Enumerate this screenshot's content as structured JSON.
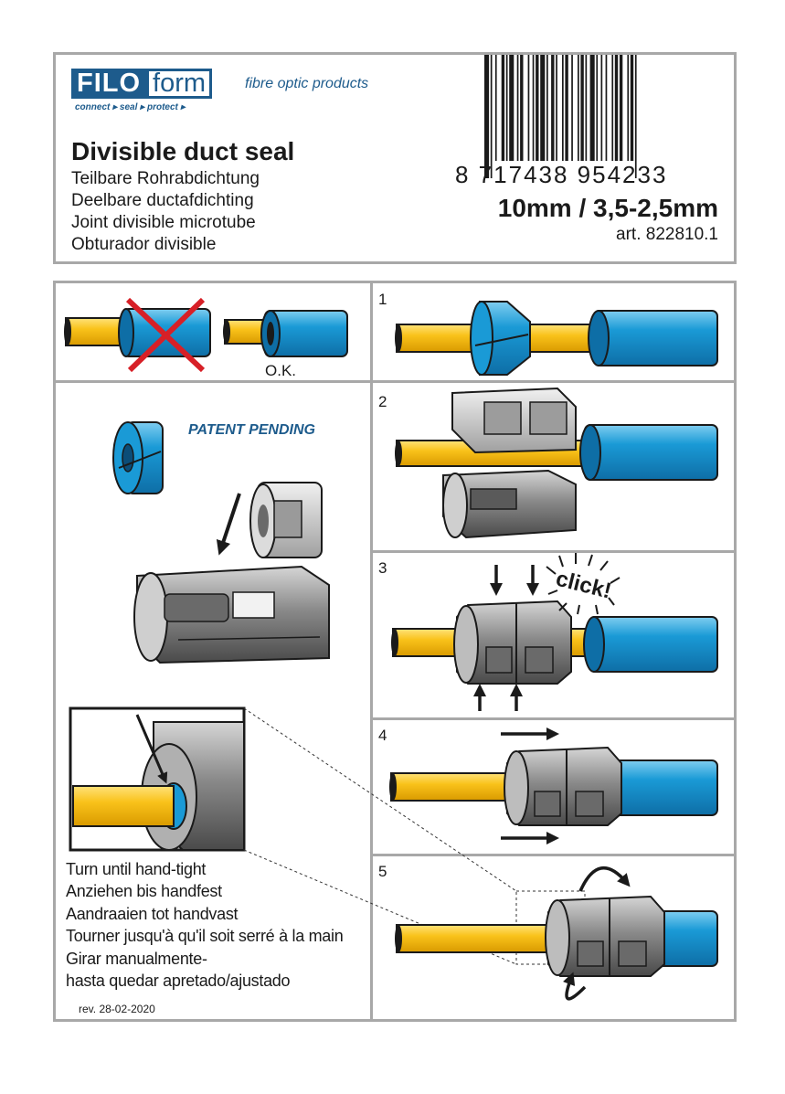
{
  "header": {
    "logo_part1": "FILO",
    "logo_part2": "form",
    "tagline": "fibre optic products",
    "slogan": "connect ▸ seal ▸ protect ▸",
    "title": "Divisible duct seal",
    "translations": [
      "Teilbare Rohrabdichtung",
      "Deelbare ductafdichting",
      "Joint divisible microtube",
      "Obturador divisible"
    ],
    "barcode_number": "8 717438 954233",
    "size": "10mm / 3,5-2,5mm",
    "article": "art. 822810.1"
  },
  "panels": {
    "ok_label": "O.K.",
    "patent": "PATENT PENDING",
    "click": "click!",
    "steps": [
      "1",
      "2",
      "3",
      "4",
      "5"
    ]
  },
  "instructions": [
    "Turn until hand-tight",
    "Anziehen bis handfest",
    "Aandraaien tot handvast",
    "Tourner jusqu'à qu'il soit serré à la main",
    "Girar manualmente-",
    "hasta quedar apretado/ajustado"
  ],
  "footer": {
    "revision": "rev. 28-02-2020"
  },
  "colors": {
    "brand_blue": "#1d5b8c",
    "duct_blue": "#1a9ad6",
    "fiber_yellow": "#f9c21a",
    "seal_grey": "#8a8a8a",
    "cross_red": "#d72027",
    "frame_grey": "#a8a8a8"
  }
}
